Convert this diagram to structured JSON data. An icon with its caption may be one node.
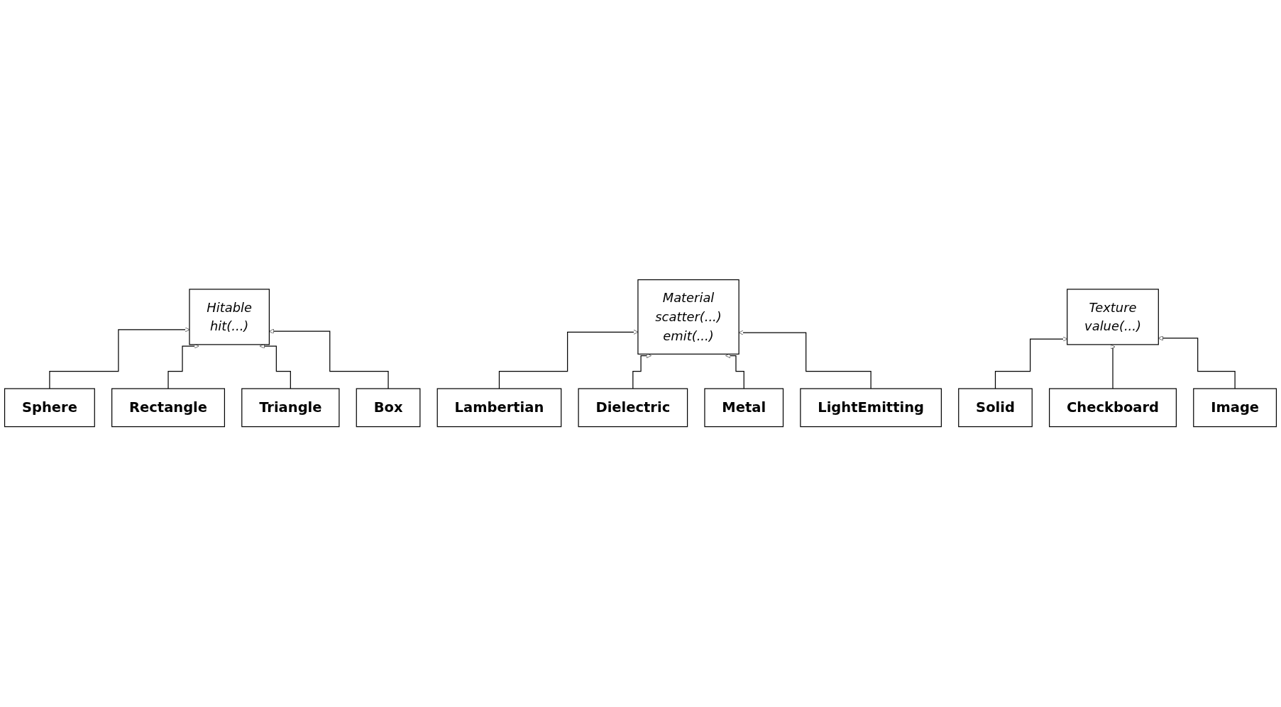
{
  "diagram": {
    "nodes": [
      {
        "text": [
          "Hitable",
          "hit(...)"
        ]
      },
      {
        "text": [
          "Sphere"
        ]
      },
      {
        "text": [
          "Rectangle"
        ]
      },
      {
        "text": [
          "Triangle"
        ]
      },
      {
        "text": [
          "Box"
        ]
      },
      {
        "text": [
          "Material",
          "scatter(...)",
          "emit(...)"
        ]
      },
      {
        "text": [
          "Lambertian"
        ]
      },
      {
        "text": [
          "Dielectric"
        ]
      },
      {
        "text": [
          "Metal"
        ]
      },
      {
        "text": [
          "LightEmitting"
        ]
      },
      {
        "text": [
          "Texture",
          "value(...)"
        ]
      },
      {
        "text": [
          "Solid"
        ]
      },
      {
        "text": [
          "Checkboard"
        ]
      },
      {
        "text": [
          "Image"
        ]
      }
    ],
    "edges": [
      {
        "from": 1,
        "to": 0,
        "arrow": "to"
      },
      {
        "from": 2,
        "to": 0,
        "arrow": "to"
      },
      {
        "from": 3,
        "to": 0,
        "arrow": "to"
      },
      {
        "from": 4,
        "to": 0,
        "arrow": "to"
      },
      {
        "from": 6,
        "to": 5,
        "arrow": "to"
      },
      {
        "from": 7,
        "to": 5,
        "arrow": "to"
      },
      {
        "from": 8,
        "to": 5,
        "arrow": "to"
      },
      {
        "from": 9,
        "to": 5,
        "arrow": "to"
      },
      {
        "from": 11,
        "to": 10,
        "arrow": "to"
      },
      {
        "from": 12,
        "to": 10,
        "arrow": "to"
      },
      {
        "from": 13,
        "to": 10,
        "arrow": "to"
      }
    ]
  }
}
